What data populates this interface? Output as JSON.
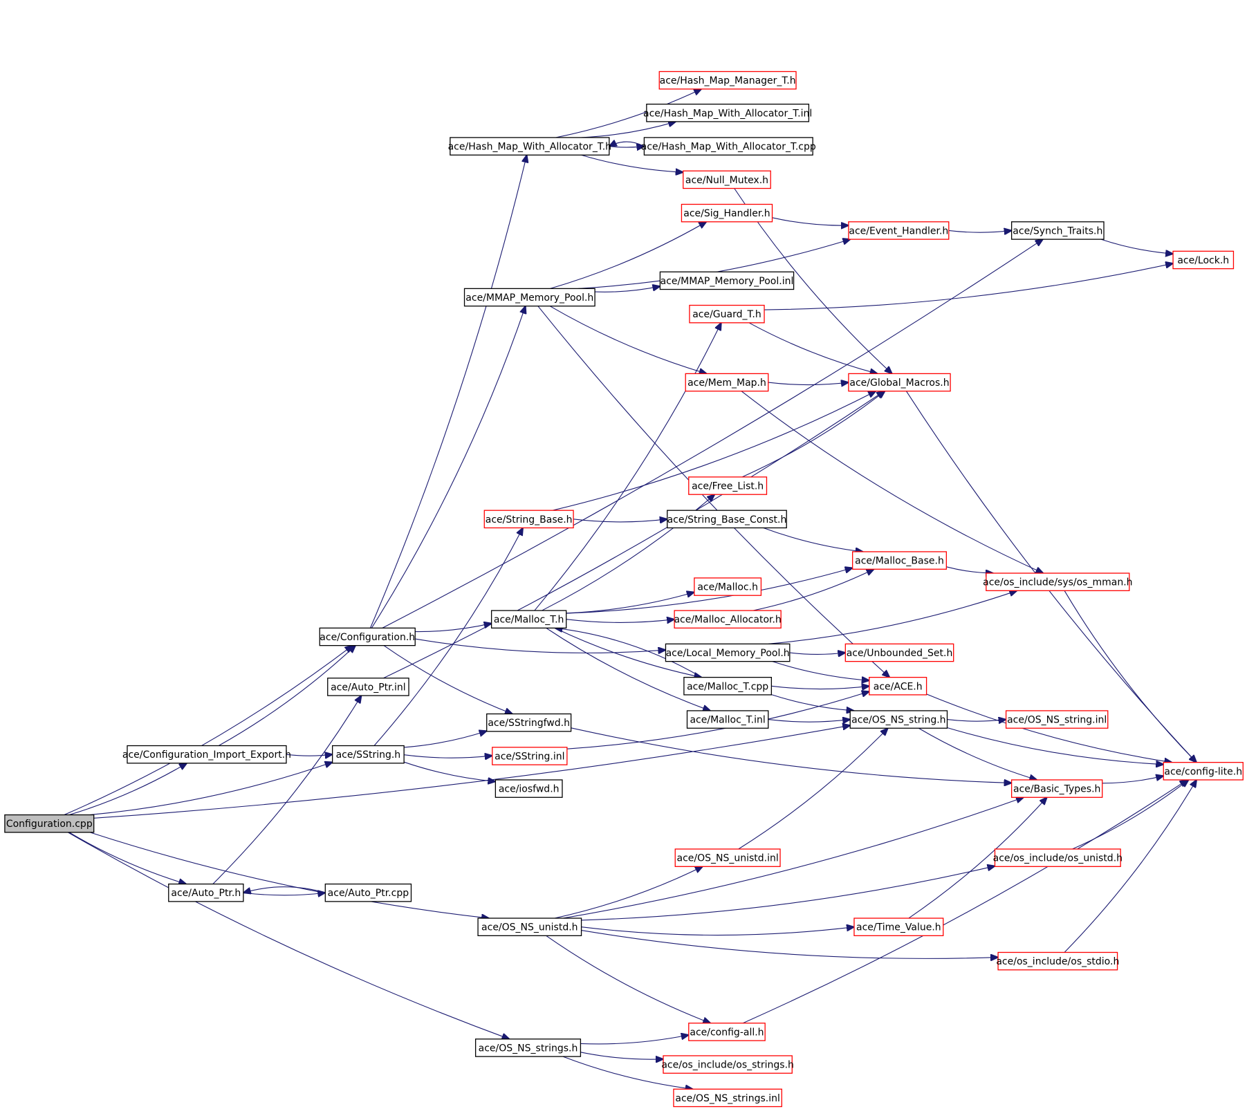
{
  "colors": {
    "edge": "#191970",
    "node_border_complete": "#000000",
    "node_border_incomplete": "#ff0000",
    "root_fill": "#bfbfbf",
    "node_fill": "#ffffff"
  },
  "nodes": [
    {
      "id": "cfgcpp",
      "label": "Configuration.cpp",
      "kind": "root"
    },
    {
      "id": "cfgh",
      "label": "ace/Configuration.h",
      "kind": "complete"
    },
    {
      "id": "cie",
      "label": "ace/Configuration_Import_Export.h",
      "kind": "complete"
    },
    {
      "id": "apinl",
      "label": "ace/Auto_Ptr.inl",
      "kind": "complete"
    },
    {
      "id": "aph",
      "label": "ace/Auto_Ptr.h",
      "kind": "complete"
    },
    {
      "id": "apcpp",
      "label": "ace/Auto_Ptr.cpp",
      "kind": "complete"
    },
    {
      "id": "hmm",
      "label": "ace/Hash_Map_Manager_T.h",
      "kind": "incomplete"
    },
    {
      "id": "hmwainl",
      "label": "ace/Hash_Map_With_Allocator_T.inl",
      "kind": "complete"
    },
    {
      "id": "hmwah",
      "label": "ace/Hash_Map_With_Allocator_T.h",
      "kind": "complete"
    },
    {
      "id": "hmwacpp",
      "label": "ace/Hash_Map_With_Allocator_T.cpp",
      "kind": "complete"
    },
    {
      "id": "nullmutex",
      "label": "ace/Null_Mutex.h",
      "kind": "incomplete"
    },
    {
      "id": "sighandler",
      "label": "ace/Sig_Handler.h",
      "kind": "incomplete"
    },
    {
      "id": "eventhandler",
      "label": "ace/Event_Handler.h",
      "kind": "incomplete"
    },
    {
      "id": "synchtraits",
      "label": "ace/Synch_Traits.h",
      "kind": "complete"
    },
    {
      "id": "lock",
      "label": "ace/Lock.h",
      "kind": "incomplete"
    },
    {
      "id": "mmaph",
      "label": "ace/MMAP_Memory_Pool.h",
      "kind": "complete"
    },
    {
      "id": "mmapinl",
      "label": "ace/MMAP_Memory_Pool.inl",
      "kind": "complete"
    },
    {
      "id": "guard",
      "label": "ace/Guard_T.h",
      "kind": "incomplete"
    },
    {
      "id": "memmap",
      "label": "ace/Mem_Map.h",
      "kind": "incomplete"
    },
    {
      "id": "globalmacros",
      "label": "ace/Global_Macros.h",
      "kind": "incomplete"
    },
    {
      "id": "freelist",
      "label": "ace/Free_List.h",
      "kind": "incomplete"
    },
    {
      "id": "stringbase",
      "label": "ace/String_Base.h",
      "kind": "incomplete"
    },
    {
      "id": "sbconst",
      "label": "ace/String_Base_Const.h",
      "kind": "complete"
    },
    {
      "id": "mallocbase",
      "label": "ace/Malloc_Base.h",
      "kind": "incomplete"
    },
    {
      "id": "osmman",
      "label": "ace/os_include/sys/os_mman.h",
      "kind": "incomplete"
    },
    {
      "id": "malloch",
      "label": "ace/Malloc.h",
      "kind": "incomplete"
    },
    {
      "id": "malloct",
      "label": "ace/Malloc_T.h",
      "kind": "complete"
    },
    {
      "id": "mallocalloc",
      "label": "ace/Malloc_Allocator.h",
      "kind": "incomplete"
    },
    {
      "id": "localmp",
      "label": "ace/Local_Memory_Pool.h",
      "kind": "complete"
    },
    {
      "id": "unboundedset",
      "label": "ace/Unbounded_Set.h",
      "kind": "incomplete"
    },
    {
      "id": "mallocTcpp",
      "label": "ace/Malloc_T.cpp",
      "kind": "complete"
    },
    {
      "id": "aceh",
      "label": "ace/ACE.h",
      "kind": "incomplete"
    },
    {
      "id": "mallocTinl",
      "label": "ace/Malloc_T.inl",
      "kind": "complete"
    },
    {
      "id": "osnsstring",
      "label": "ace/OS_NS_string.h",
      "kind": "complete"
    },
    {
      "id": "osnsstringinl",
      "label": "ace/OS_NS_string.inl",
      "kind": "incomplete"
    },
    {
      "id": "sstringfwd",
      "label": "ace/SStringfwd.h",
      "kind": "complete"
    },
    {
      "id": "sstringh",
      "label": "ace/SString.h",
      "kind": "complete"
    },
    {
      "id": "sstringinl",
      "label": "ace/SString.inl",
      "kind": "incomplete"
    },
    {
      "id": "iosfwd",
      "label": "ace/iosfwd.h",
      "kind": "complete"
    },
    {
      "id": "configlite",
      "label": "ace/config-lite.h",
      "kind": "incomplete"
    },
    {
      "id": "basictypes",
      "label": "ace/Basic_Types.h",
      "kind": "incomplete"
    },
    {
      "id": "osnsunistdinl",
      "label": "ace/OS_NS_unistd.inl",
      "kind": "incomplete"
    },
    {
      "id": "osunistd",
      "label": "ace/os_include/os_unistd.h",
      "kind": "incomplete"
    },
    {
      "id": "osnsunistdh",
      "label": "ace/OS_NS_unistd.h",
      "kind": "complete"
    },
    {
      "id": "timevalue",
      "label": "ace/Time_Value.h",
      "kind": "incomplete"
    },
    {
      "id": "osstdio",
      "label": "ace/os_include/os_stdio.h",
      "kind": "incomplete"
    },
    {
      "id": "configall",
      "label": "ace/config-all.h",
      "kind": "incomplete"
    },
    {
      "id": "osnsstringsh",
      "label": "ace/OS_NS_strings.h",
      "kind": "complete"
    },
    {
      "id": "osstrings",
      "label": "ace/os_include/os_strings.h",
      "kind": "incomplete"
    },
    {
      "id": "osnsstringsinl",
      "label": "ace/OS_NS_strings.inl",
      "kind": "incomplete"
    }
  ],
  "edges": [
    [
      "cfgcpp",
      "cfgh"
    ],
    [
      "cfgcpp",
      "cie"
    ],
    [
      "cfgcpp",
      "sstringh"
    ],
    [
      "cfgcpp",
      "osnsstring"
    ],
    [
      "cfgcpp",
      "aph"
    ],
    [
      "cfgcpp",
      "osnsunistdh"
    ],
    [
      "cfgcpp",
      "osnsstringsh"
    ],
    [
      "cie",
      "cfgh"
    ],
    [
      "cie",
      "sstringh"
    ],
    [
      "cfgh",
      "hmwah"
    ],
    [
      "cfgh",
      "mmaph"
    ],
    [
      "cfgh",
      "synchtraits"
    ],
    [
      "cfgh",
      "malloct"
    ],
    [
      "cfgh",
      "localmp"
    ],
    [
      "cfgh",
      "sstringfwd"
    ],
    [
      "hmwah",
      "hmm"
    ],
    [
      "hmwah",
      "hmwainl"
    ],
    [
      "hmwah",
      "hmwacpp"
    ],
    [
      "hmwacpp",
      "hmwah"
    ],
    [
      "hmwah",
      "nullmutex"
    ],
    [
      "nullmutex",
      "globalmacros"
    ],
    [
      "sighandler",
      "eventhandler"
    ],
    [
      "eventhandler",
      "synchtraits"
    ],
    [
      "synchtraits",
      "lock"
    ],
    [
      "mmaph",
      "sighandler"
    ],
    [
      "mmaph",
      "eventhandler"
    ],
    [
      "mmaph",
      "mmapinl"
    ],
    [
      "mmaph",
      "memmap"
    ],
    [
      "mmaph",
      "aceh"
    ],
    [
      "guard",
      "lock"
    ],
    [
      "guard",
      "globalmacros"
    ],
    [
      "memmap",
      "globalmacros"
    ],
    [
      "memmap",
      "osmman"
    ],
    [
      "globalmacros",
      "configlite"
    ],
    [
      "freelist",
      "globalmacros"
    ],
    [
      "stringbase",
      "globalmacros"
    ],
    [
      "stringbase",
      "sbconst"
    ],
    [
      "sbconst",
      "mallocbase"
    ],
    [
      "mallocbase",
      "osmman"
    ],
    [
      "osmman",
      "configlite"
    ],
    [
      "malloct",
      "freelist"
    ],
    [
      "malloct",
      "guard"
    ],
    [
      "malloct",
      "mallocbase"
    ],
    [
      "malloct",
      "malloch"
    ],
    [
      "malloct",
      "mallocalloc"
    ],
    [
      "malloct",
      "mallocTcpp"
    ],
    [
      "malloct",
      "mallocTinl"
    ],
    [
      "mallocalloc",
      "mallocbase"
    ],
    [
      "localmp",
      "unboundedset"
    ],
    [
      "localmp",
      "aceh"
    ],
    [
      "localmp",
      "osmman"
    ],
    [
      "mallocTcpp",
      "malloct"
    ],
    [
      "mallocTcpp",
      "aceh"
    ],
    [
      "mallocTcpp",
      "osnsstring"
    ],
    [
      "mallocTinl",
      "osnsstring"
    ],
    [
      "aceh",
      "configlite"
    ],
    [
      "osnsstring",
      "osnsstringinl"
    ],
    [
      "osnsstring",
      "basictypes"
    ],
    [
      "osnsstring",
      "configlite"
    ],
    [
      "apinl",
      "globalmacros"
    ],
    [
      "aph",
      "apinl"
    ],
    [
      "aph",
      "apcpp"
    ],
    [
      "apcpp",
      "aph"
    ],
    [
      "sstringh",
      "stringbase"
    ],
    [
      "sstringh",
      "sstringfwd"
    ],
    [
      "sstringh",
      "sstringinl"
    ],
    [
      "sstringh",
      "iosfwd"
    ],
    [
      "sstringinl",
      "aceh"
    ],
    [
      "sstringfwd",
      "basictypes"
    ],
    [
      "basictypes",
      "configlite"
    ],
    [
      "osnsunistdinl",
      "osnsstring"
    ],
    [
      "osunistd",
      "configlite"
    ],
    [
      "osnsunistdh",
      "osnsunistdinl"
    ],
    [
      "osnsunistdh",
      "basictypes"
    ],
    [
      "osnsunistdh",
      "timevalue"
    ],
    [
      "osnsunistdh",
      "osunistd"
    ],
    [
      "osnsunistdh",
      "osstdio"
    ],
    [
      "osnsunistdh",
      "configall"
    ],
    [
      "timevalue",
      "basictypes"
    ],
    [
      "osstdio",
      "configlite"
    ],
    [
      "configall",
      "configlite"
    ],
    [
      "osnsstringsh",
      "configall"
    ],
    [
      "osnsstringsh",
      "osstrings"
    ],
    [
      "osnsstringsh",
      "osnsstringsinl"
    ]
  ]
}
